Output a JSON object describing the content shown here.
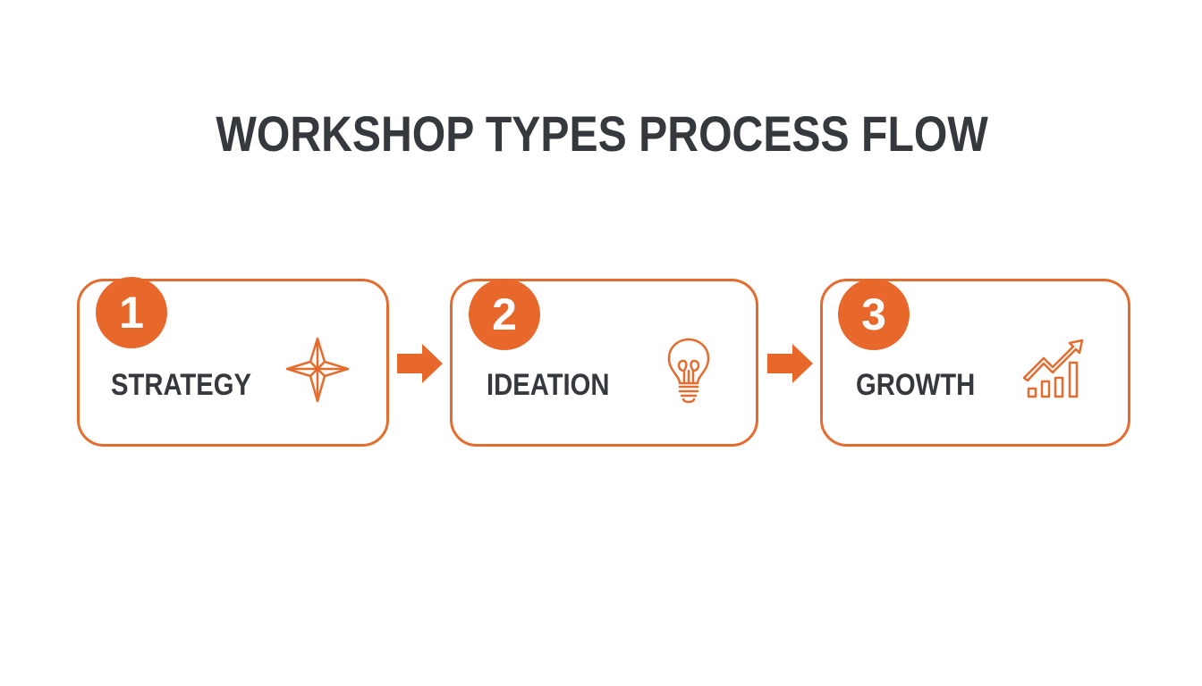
{
  "title": "WORKSHOP TYPES PROCESS FLOW",
  "colors": {
    "accent": "#e8682c",
    "border": "#e36c2e",
    "text": "#35383c",
    "background": "#ffffff"
  },
  "steps": [
    {
      "number": "1",
      "label": "STRATEGY",
      "icon": "compass-star-icon"
    },
    {
      "number": "2",
      "label": "IDEATION",
      "icon": "lightbulb-icon"
    },
    {
      "number": "3",
      "label": "GROWTH",
      "icon": "growth-chart-icon"
    }
  ],
  "connectors": [
    {
      "from": "1",
      "to": "2",
      "icon": "arrow-right-icon"
    },
    {
      "from": "2",
      "to": "3",
      "icon": "arrow-right-icon"
    }
  ]
}
